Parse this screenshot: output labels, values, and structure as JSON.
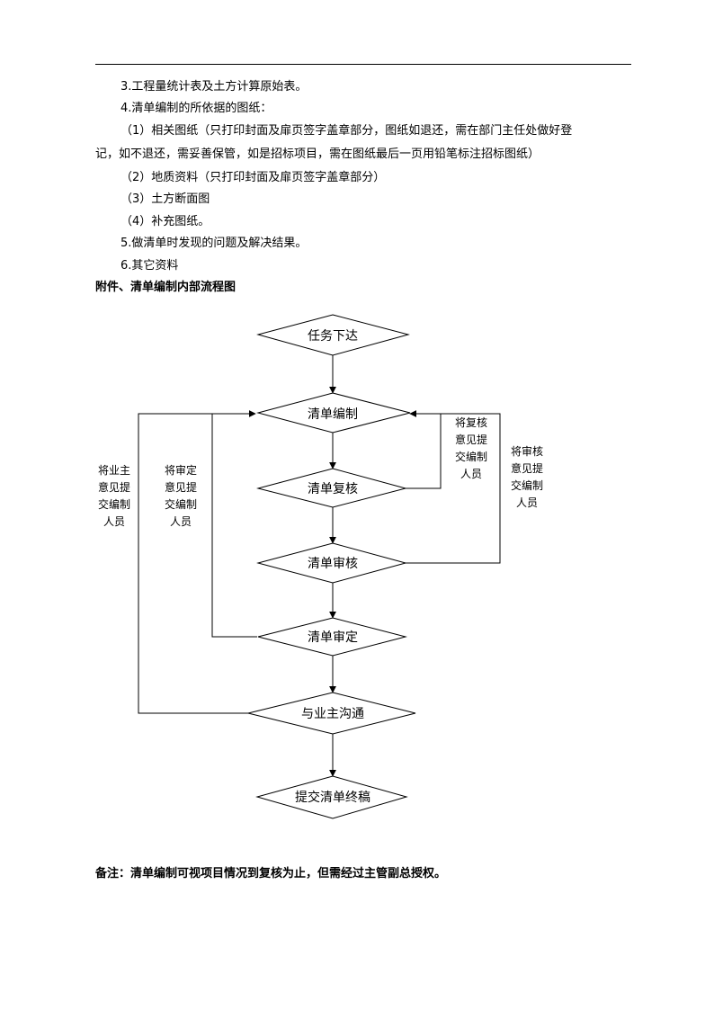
{
  "doc": {
    "lines": [
      "3.工程量统计表及土方计算原始表。",
      "4.清单编制的所依据的图纸：",
      "（1）相关图纸（只打印封面及扉页签字盖章部分，图纸如退还，需在部门主任处做好登",
      "记，如不退还，需妥善保管，如是招标项目，需在图纸最后一页用铅笔标注招标图纸）",
      "（2）地质资料（只打印封面及扉页签字盖章部分）",
      "（3）土方断面图",
      "（4）补充图纸。",
      "5.做清单时发现的问题及解决结果。",
      "6.其它资料"
    ],
    "attachment_title": "附件、清单编制内部流程图",
    "note": "备注：清单编制可视项目情况到复核为止，但需经过主管副总授权。"
  },
  "flow": {
    "nodes": [
      "任务下达",
      "清单编制",
      "清单复核",
      "清单审核",
      "清单审定",
      "与业主沟通",
      "提交清单终稿"
    ],
    "side_labels": {
      "owner": [
        "将业主",
        "意见提",
        "交编制",
        "人员"
      ],
      "approve": [
        "将审定",
        "意见提",
        "交编制",
        "人员"
      ],
      "recheck": [
        "将复核",
        "意见提",
        "交编制",
        "人员"
      ],
      "audit": [
        "将审核",
        "意见提",
        "交编制",
        "人员"
      ]
    }
  }
}
